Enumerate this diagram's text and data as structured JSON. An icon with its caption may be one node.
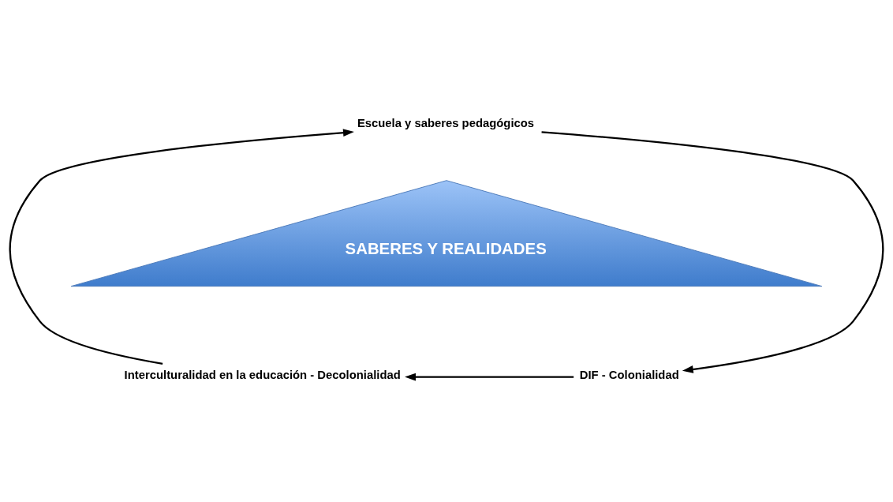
{
  "diagram": {
    "nodes": [
      {
        "text": [
          "Escuela y saberes pedagógicos"
        ]
      },
      {
        "text": [
          "SABERES Y REALIDADES"
        ]
      },
      {
        "text": [
          "Interculturalidad en la educación - Decolonialidad"
        ]
      },
      {
        "text": [
          "DIF - Colonialidad"
        ]
      }
    ],
    "edges": [
      {
        "from": 2,
        "to": 0,
        "arrow": "to"
      },
      {
        "from": 0,
        "to": 3,
        "arrow": "to"
      },
      {
        "from": 3,
        "to": 2,
        "arrow": "to"
      }
    ]
  }
}
